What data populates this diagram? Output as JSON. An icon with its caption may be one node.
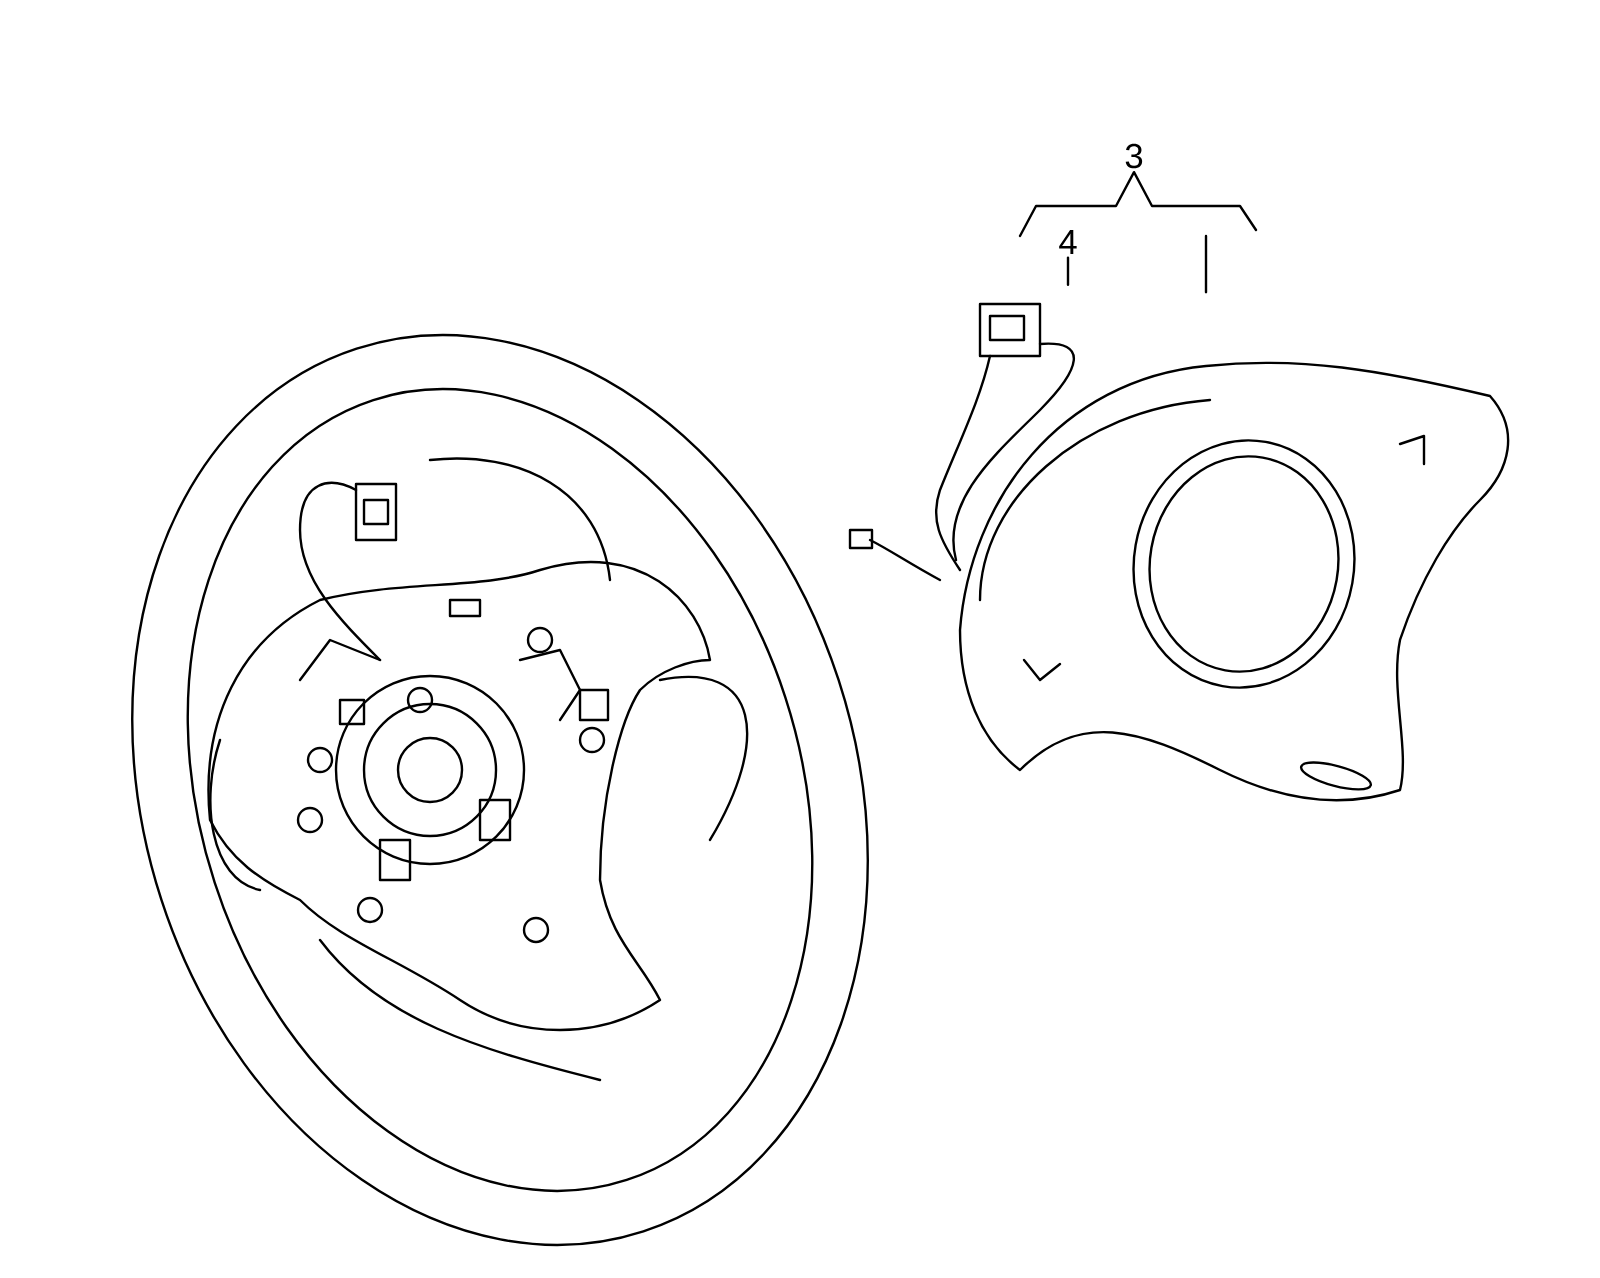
{
  "diagram": {
    "nodes": [
      {
        "text": [
          "3"
        ]
      },
      {
        "text": [
          "4"
        ]
      },
      {
        "text": [],
        "shape": "picture"
      },
      {
        "text": [],
        "shape": "picture"
      }
    ],
    "edges": [
      {
        "from": 0,
        "to": 2,
        "arrow": "none"
      },
      {
        "from": 1,
        "to": 3,
        "arrow": "none"
      }
    ]
  }
}
